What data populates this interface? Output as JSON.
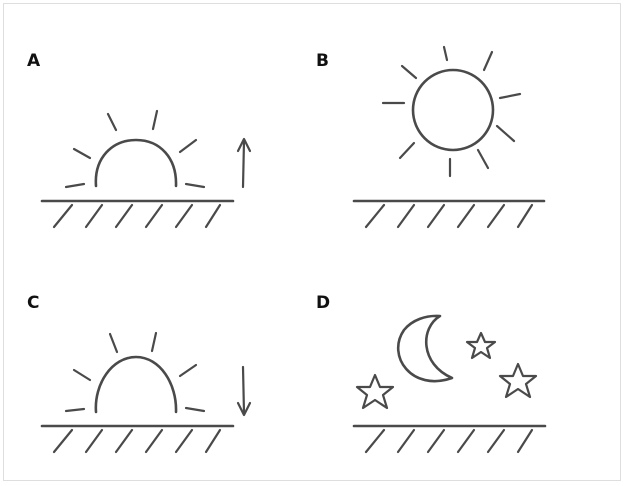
{
  "panels": [
    {
      "id": "A",
      "label": "A",
      "scene": "sunrise",
      "arrow": "up-arrow"
    },
    {
      "id": "B",
      "label": "B",
      "scene": "midday-sun"
    },
    {
      "id": "C",
      "label": "C",
      "scene": "sunset",
      "arrow": "down-arrow"
    },
    {
      "id": "D",
      "label": "D",
      "scene": "night-moon-stars"
    }
  ],
  "colors": {
    "ink": "#4a4a4a",
    "label": "#111111",
    "border": "#dedede",
    "background": "#ffffff"
  }
}
